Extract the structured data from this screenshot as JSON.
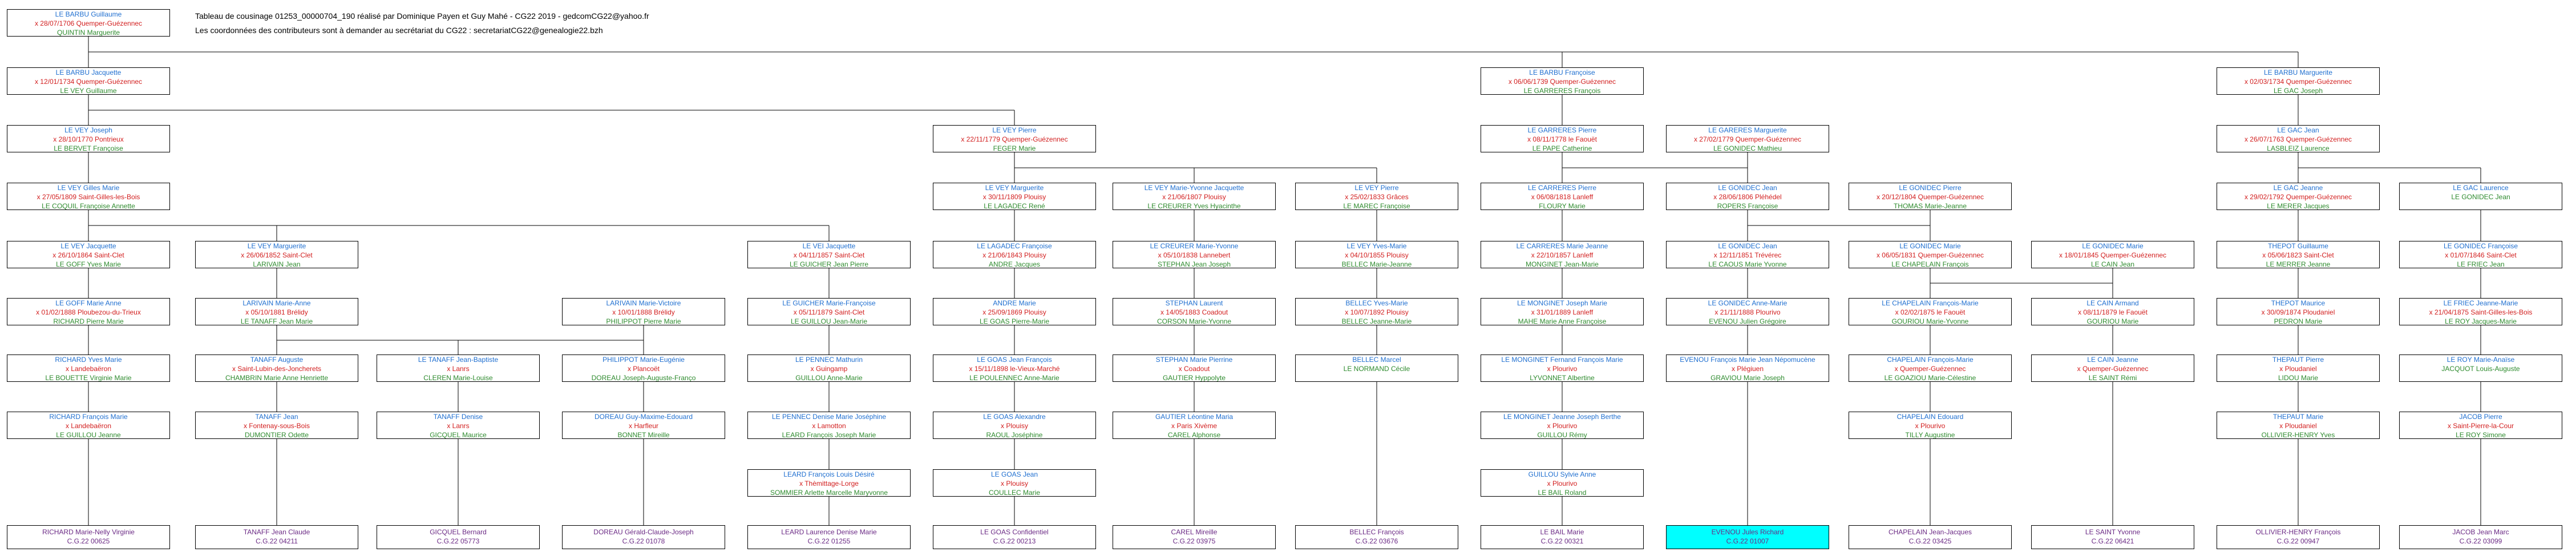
{
  "header": {
    "line1": "Tableau de cousinage 01253_00000704_190 réalisé par Dominique Payen et Guy Mahé - CG22 2019 - gedcomCG22@yahoo.fr",
    "line2": "Les coordonnées des contributeurs sont à demander au secrétariat du CG22 : secretariatCG22@genealogie22.bzh"
  },
  "colors": {
    "person": "#1f6fd0",
    "event": "#d21e1e",
    "spouse": "#2e8b2e",
    "descendant": "#6b2a85",
    "highlight": "#00ffff"
  },
  "columns": [
    {
      "id": "c0",
      "rows": {
        "r0": {
          "p": "LE BARBU Guillaume",
          "e": "x 28/07/1706 Quemper-Guézennec",
          "s": "QUINTIN Marguerite"
        },
        "r1": {
          "p": "LE BARBU Jacquette",
          "e": "x 12/01/1734 Quemper-Guézennec",
          "s": "LE VEY Guillaume"
        },
        "r2": {
          "p": "LE VEY Joseph",
          "e": "x 28/10/1770 Pontrieux",
          "s": "LE BERVET Françoise"
        },
        "r3": {
          "p": "LE VEY Gilles Marie",
          "e": "x 27/05/1809 Saint-Gilles-les-Bois",
          "s": "LE COQUIL Françoise Annette"
        },
        "r4": {
          "p": "LE VEY Jacquette",
          "e": "x 26/10/1864 Saint-Clet",
          "s": "LE GOFF Yves Marie"
        },
        "r5": {
          "p": "LE GOFF Marie Anne",
          "e": "x 01/02/1888 Ploubezou-du-Trieux",
          "s": "RICHARD Pierre Marie"
        },
        "r6": {
          "p": "RICHARD Yves Marie",
          "e": "x        Landebaëron",
          "s": "LE BOUETTE Virginie Marie"
        },
        "r7": {
          "p": "RICHARD François Marie",
          "e": "x        Landebaëron",
          "s": "LE GUILLOU Jeanne"
        },
        "r10": {
          "g": "RICHARD Marie-Nelly Virginie",
          "c": "C.G.22 00625"
        }
      }
    },
    {
      "id": "c1",
      "rows": {
        "r4": {
          "p": "LE VEY Marguerite",
          "e": "x 26/06/1852 Saint-Clet",
          "s": "LARIVAIN Jean"
        },
        "r5": {
          "p": "LARIVAIN Marie-Anne",
          "e": "x 05/10/1881 Brélidy",
          "s": "LE TANAFF Jean Marie"
        },
        "r6": {
          "p": "TANAFF Auguste",
          "e": "x        Saint-Lubin-des-Joncherets",
          "s": "CHAMBRIN Marie Anne Henriette"
        },
        "r7": {
          "p": "TANAFF Jean",
          "e": "x        Fontenay-sous-Bois",
          "s": "DUMONTIER Odette"
        },
        "r10": {
          "g": "TANAFF Jean Claude",
          "c": "C.G.22 04211"
        }
      }
    },
    {
      "id": "c2",
      "rows": {
        "r6": {
          "p": "LE TANAFF Jean-Baptiste",
          "e": "x        Lanrs",
          "s": "CLEREN Marie-Louise"
        },
        "r7": {
          "p": "TANAFF Denise",
          "e": "x        Lanrs",
          "s": "GICQUEL Maurice"
        },
        "r10": {
          "g": "GICQUEL Bernard",
          "c": "C.G.22 05773"
        }
      }
    },
    {
      "id": "c3",
      "rows": {
        "r5": {
          "p": "LARIVAIN Marie-Victoire",
          "e": "x 10/01/1888 Brélidy",
          "s": "PHILIPPOT Pierre Marie"
        },
        "r6": {
          "p": "PHILIPPOT Marie-Eugénie",
          "e": "x        Plancoët",
          "s": "DOREAU Joseph-Auguste-Franço"
        },
        "r7": {
          "p": "DOREAU Guy-Maxime-Edouard",
          "e": "x        Harfleur",
          "s": "BONNET Mireille"
        },
        "r10": {
          "g": "DOREAU Gérald-Claude-Joseph",
          "c": "C.G.22 01078"
        }
      }
    },
    {
      "id": "c4",
      "rows": {
        "r4": {
          "p": "LE VEI Jacquette",
          "e": "x 04/11/1857 Saint-Clet",
          "s": "LE GUICHER Jean Pierre"
        },
        "r5": {
          "p": "LE GUICHER Marie-Françoise",
          "e": "x 05/11/1879 Saint-Clet",
          "s": "LE GUILLOU Jean-Marie"
        },
        "r6": {
          "p": "LE PENNEC Mathurin",
          "e": "x        Guingamp",
          "s": "GUILLOU Anne-Marie"
        },
        "r7": {
          "p": "LE PENNEC Denise Marie Joséphine",
          "e": "x        Lamotton",
          "s": "LEARD François Joseph Marie"
        },
        "r8": {
          "p": "LEARD François Louis Désiré",
          "e": "x        Thèmittage-Lorge",
          "s": "SOMMIER Arlette Marcelle Maryvonne"
        },
        "r10": {
          "g": "LEARD Laurence Denise Marie",
          "c": "C.G.22 01255"
        }
      }
    },
    {
      "id": "c5",
      "rows": {
        "r2": {
          "p": "LE VEY Pierre",
          "e": "x 22/11/1779 Quemper-Guézennec",
          "s": "FEGER Marie"
        },
        "r3": {
          "p": "LE VEY Marguerite",
          "e": "x 30/11/1809 Plouisy",
          "s": "LE LAGADEC René"
        },
        "r4": {
          "p": "LE LAGADEC Françoise",
          "e": "x 21/06/1843 Plouisy",
          "s": "ANDRE Jacques"
        },
        "r5": {
          "p": "ANDRE Marie",
          "e": "x 25/09/1869 Plouisy",
          "s": "LE GOAS Pierre-Marie"
        },
        "r6": {
          "p": "LE GOAS Jean François",
          "e": "x 15/11/1898 le-Vieux-Marché",
          "s": "LE POULENNEC Anne-Marie"
        },
        "r7": {
          "p": "LE GOAS Alexandre",
          "e": "x        Plouisy",
          "s": "RAOUL Joséphine"
        },
        "r8": {
          "p": "LE GOAS Jean",
          "e": "x        Plouisy",
          "s": "COULLEC Marie"
        },
        "r10": {
          "g": "LE GOAS Confidentiel",
          "c": "C.G.22 00213"
        }
      }
    },
    {
      "id": "c6",
      "rows": {
        "r3": {
          "p": "LE VEY Marie-Yvonne Jacquette",
          "e": "x 21/06/1807 Plouisy",
          "s": "LE CREURER Yves Hyacinthe"
        },
        "r4": {
          "p": "LE CREURER Marie-Yvonne",
          "e": "x 05/10/1838 Lannebert",
          "s": "STEPHAN Jean Joseph"
        },
        "r5": {
          "p": "STEPHAN Laurent",
          "e": "x 14/05/1883 Coadout",
          "s": "CORSON Marie-Yvonne"
        },
        "r6": {
          "p": "STEPHAN Marie Pierrine",
          "e": "x        Coadout",
          "s": "GAUTIER Hyppolyte"
        },
        "r7": {
          "p": "GAUTIER Léontine Maria",
          "e": "x        Paris Xivème",
          "s": "CAREL Alphonse"
        },
        "r10": {
          "g": "CAREL Mireille",
          "c": "C.G.22 03975"
        }
      }
    },
    {
      "id": "c7",
      "rows": {
        "r3": {
          "p": "LE VEY Pierre",
          "e": "x 25/02/1833 Grâces",
          "s": "LE MAREC Françoise"
        },
        "r4": {
          "p": "LE VEY Yves-Marie",
          "e": "x 04/10/1855 Plouisy",
          "s": "BELLEC Marie-Jeanne"
        },
        "r5": {
          "p": "BELLEC Yves-Marie",
          "e": "x 10/07/1892 Plouisy",
          "s": "BELLEC Jeanne-Marie"
        },
        "r6": {
          "p": "BELLEC Marcel",
          "e": "",
          "s": "LE NORMAND Cécile"
        },
        "r10": {
          "g": "BELLEC François",
          "c": "C.G.22 03676"
        }
      }
    },
    {
      "id": "c8",
      "rows": {
        "r1": {
          "p": "LE BARBU Françoise",
          "e": "x 06/06/1739 Quemper-Guézennec",
          "s": "LE GARRERES François"
        },
        "r2": {
          "p": "LE GARRERES Pierre",
          "e": "x 08/11/1778 le Faouët",
          "s": "LE PAPE Catherine"
        },
        "r3": {
          "p": "LE CARRERES Pierre",
          "e": "x 06/08/1818 Lanleff",
          "s": "FLOURY Marie"
        },
        "r4": {
          "p": "LE CARRERES Marie Jeanne",
          "e": "x 22/10/1857 Lanleff",
          "s": "MONGINET Jean-Marie"
        },
        "r5": {
          "p": "LE MONGINET Joseph Marie",
          "e": "x 31/01/1889 Lanleff",
          "s": "MAHE Marie Anne Françoise"
        },
        "r6": {
          "p": "LE MONGINET Fernand François Marie",
          "e": "x        Plourivo",
          "s": "LYVONNET Albertine"
        },
        "r7": {
          "p": "LE MONGINET Jeanne Joseph Berthe",
          "e": "x        Plourivo",
          "s": "GUILLOU Rémy"
        },
        "r8": {
          "p": "GUILLOU Sylvie Anne",
          "e": "x        Plourivo",
          "s": "LE BAIL Roland"
        },
        "r10": {
          "g": "LE BAIL Marie",
          "c": "C.G.22 00321"
        }
      }
    },
    {
      "id": "c9",
      "rows": {
        "r2": {
          "p": "LE GARERES Marguerite",
          "e": "x 27/02/1779 Quemper-Guézennec",
          "s": "LE GONIDEC Mathieu"
        },
        "r3": {
          "p": "LE GONIDEC Jean",
          "e": "x 28/06/1806 Pléhédel",
          "s": "ROPERS Françoise"
        },
        "r4": {
          "p": "LE GONIDEC Jean",
          "e": "x 12/11/1851 Trévérec",
          "s": "LE CAOUS Marie Yvonne"
        },
        "r5": {
          "p": "LE GONIDEC Anne-Marie",
          "e": "x 21/11/1888 Plourivo",
          "s": "EVENOU Julien Grégoire"
        },
        "r6": {
          "p": "EVENOU François Marie Jean Népomucène",
          "e": "x        Plégiuen",
          "s": "GRAVIOU Marie Joseph"
        },
        "r10": {
          "g": "EVENOU Jules Richard",
          "c": "C.G.22 01007"
        }
      }
    },
    {
      "id": "c10",
      "rows": {
        "r3": {
          "p": "LE GONIDEC Pierre",
          "e": "x 20/12/1804 Quemper-Guézennec",
          "s": "THOMAS Marie-Jeanne"
        },
        "r4": {
          "p": "LE GONIDEC Marie",
          "e": "x 06/05/1831 Quemper-Guézennec",
          "s": "LE CHAPELAIN François"
        },
        "r5": {
          "p": "LE CHAPELAIN François-Marie",
          "e": "x 02/02/1875 le Faouët",
          "s": "GOURIOU Marie-Yvonne"
        },
        "r6": {
          "p": "CHAPELAIN François-Marie",
          "e": "x        Quemper-Guézennec",
          "s": "LE GOAZIOU Marie-Célestine"
        },
        "r7": {
          "p": "CHAPELAIN Edouard",
          "e": "x        Plourivo",
          "s": "TILLY Augustine"
        },
        "r10": {
          "g": "CHAPELAIN Jean-Jacques",
          "c": "C.G.22 03425"
        }
      }
    },
    {
      "id": "c11",
      "rows": {
        "r4": {
          "p": "LE GONIDEC Marie",
          "e": "x 18/01/1845 Quemper-Guézennec",
          "s": "LE CAIN Jean"
        },
        "r5": {
          "p": "LE CAIN Armand",
          "e": "x 08/11/1879 le Faouët",
          "s": "GOURIOU Marie"
        },
        "r6": {
          "p": "LE CAIN Jeanne",
          "e": "x        Quemper-Guézennec",
          "s": "LE SAINT Rémi"
        },
        "r10": {
          "g": "LE SAINT Yvonne",
          "c": "C.G.22 06421"
        }
      }
    },
    {
      "id": "c12",
      "rows": {
        "r1": {
          "p": "LE BARBU Marguerite",
          "e": "x 02/03/1734 Quemper-Guézennec",
          "s": "LE GAC Joseph"
        },
        "r2": {
          "p": "LE GAC Jean",
          "e": "x 26/07/1763 Quemper-Guézennec",
          "s": "LASBLEIZ Laurence"
        },
        "r3": {
          "p": "LE GAC Jeanne",
          "e": "x 29/02/1792 Quemper-Guézennec",
          "s": "LE MERER Jacques"
        },
        "r4": {
          "p": "THEPOT Guillaume",
          "e": "x 05/06/1823 Saint-Clet",
          "s": "LE MERRER Jeanne"
        },
        "r5": {
          "p": "THEPOT Maurice",
          "e": "x 30/09/1874 Ploudaniel",
          "s": "PEDRON Marie"
        },
        "r6": {
          "p": "THEPAUT Pierre",
          "e": "x        Ploudaniel",
          "s": "LIDOU Marie"
        },
        "r7": {
          "p": "THEPAUT Marie",
          "e": "x        Ploudaniel",
          "s": "OLLIVIER-HENRY Yves"
        },
        "r10": {
          "g": "OLLIVIER-HENRY François",
          "c": "C.G.22 00947"
        }
      }
    },
    {
      "id": "c13",
      "rows": {
        "r3": {
          "p": "LE GAC Laurence",
          "e": "",
          "s": "LE GONIDEC Jean"
        },
        "r4": {
          "p": "LE GONIDEC Françoise",
          "e": "x 01/07/1846 Saint-Clet",
          "s": "LE FRIEC Jean"
        },
        "r5": {
          "p": "LE FRIEC Jeanne-Marie",
          "e": "x 21/04/1875 Saint-Gilles-les-Bois",
          "s": "LE ROY Jacques-Marie"
        },
        "r6": {
          "p": "LE ROY Marie-Anaïse",
          "e": "",
          "s": "JACQUOT Louis-Auguste"
        },
        "r7": {
          "p": "JACOB Pierre",
          "e": "x        Saint-Pierre-la-Cour",
          "s": "LE ROY Simone"
        },
        "r10": {
          "g": "JACOB Jean Marc",
          "c": "C.G.22 03099"
        }
      }
    }
  ]
}
